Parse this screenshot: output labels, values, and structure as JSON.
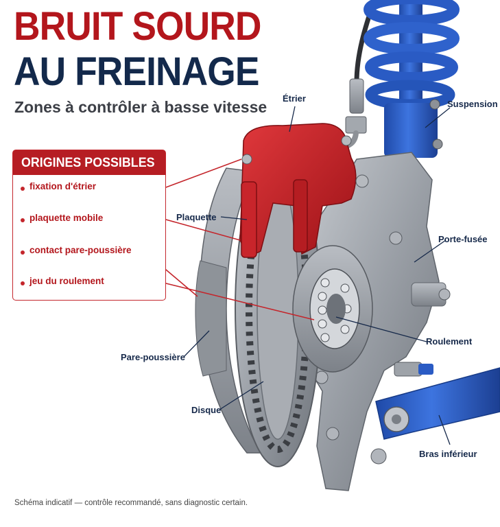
{
  "header": {
    "title_line1": "BRUIT SOURD",
    "title_line2": "AU FREINAGE",
    "subtitle": "Zones à contrôler à basse vitesse"
  },
  "origins": {
    "title": "ORIGINES POSSIBLES",
    "items": [
      {
        "label": "fixation d'étrier"
      },
      {
        "label": "plaquette mobile"
      },
      {
        "label": "contact pare-poussière"
      },
      {
        "label": "jeu du roulement"
      }
    ]
  },
  "labels": {
    "etrier": "Étrier",
    "suspension": "Suspension",
    "plaquette": "Plaquette",
    "porte_fusee": "Porte-fusée",
    "roulement": "Roulement",
    "pare_poussiere": "Pare-poussière",
    "disque": "Disque",
    "bras_inferieur": "Bras inférieur"
  },
  "footer": "Schéma indicatif — contrôle recommandé, sans diagnostic certain.",
  "colors": {
    "title_red": "#b3161c",
    "title_navy": "#13294b",
    "caliper_red": "#c8252b",
    "suspension_blue": "#2a5bc4",
    "metal_grey": "#8c9096",
    "callout_red": "#c4262c",
    "label_navy": "#16294a"
  }
}
